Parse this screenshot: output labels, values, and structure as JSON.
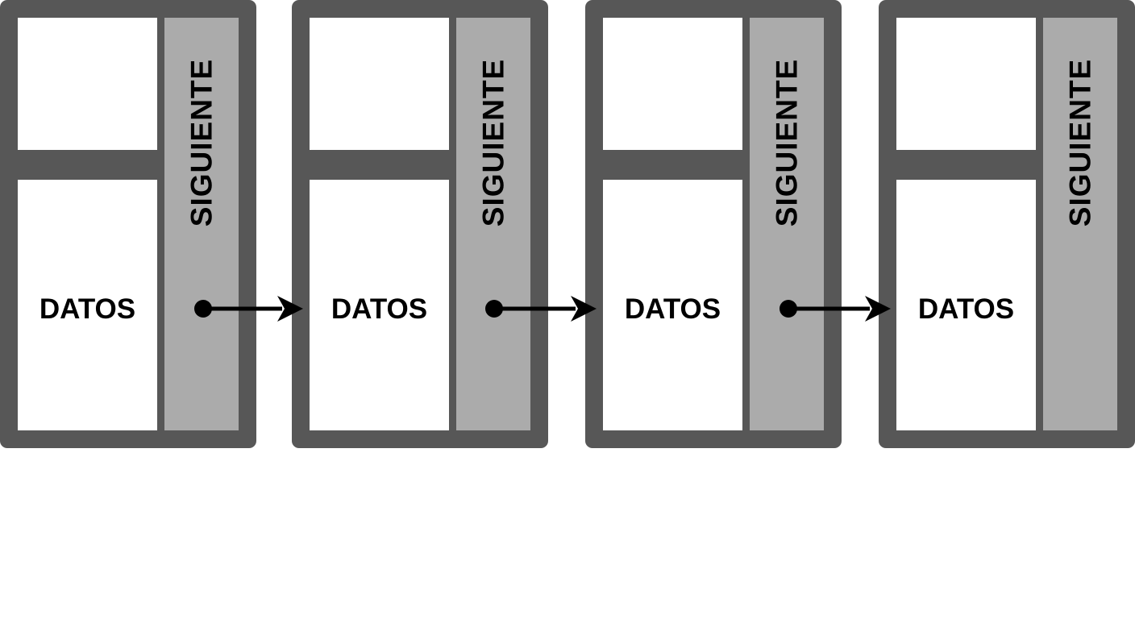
{
  "nodes": [
    {
      "data_label": "DATOS",
      "next_label": "SIGUIENTE",
      "has_pointer": true
    },
    {
      "data_label": "DATOS",
      "next_label": "SIGUIENTE",
      "has_pointer": true
    },
    {
      "data_label": "DATOS",
      "next_label": "SIGUIENTE",
      "has_pointer": true
    },
    {
      "data_label": "DATOS",
      "next_label": "SIGUIENTE",
      "has_pointer": false
    }
  ],
  "colors": {
    "node_frame": "#575757",
    "data_cell": "#ffffff",
    "next_cell": "#ababab",
    "text": "#000000",
    "pointer": "#000000"
  }
}
